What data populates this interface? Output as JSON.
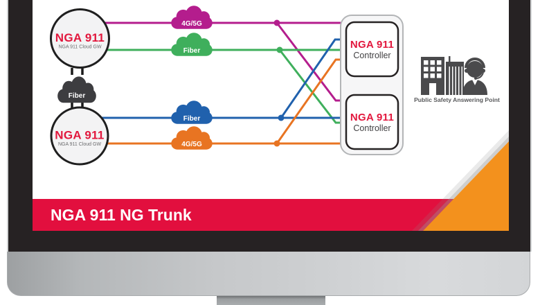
{
  "screen": {
    "gateway_top": {
      "title": "NGA 911",
      "subtitle": "NGA 911 Cloud GW"
    },
    "gateway_bottom": {
      "title": "NGA 911",
      "subtitle": "NGA 911 Cloud GW"
    },
    "gateway_link_cloud": {
      "label": "Fiber"
    },
    "links": {
      "magenta_4g5g": {
        "label": "4G/5G",
        "color": "#b41d8d"
      },
      "green_fiber": {
        "label": "Fiber",
        "color": "#3faf5c"
      },
      "blue_fiber": {
        "label": "Fiber",
        "color": "#2061ad"
      },
      "orange_4g5g": {
        "label": "4G/5G",
        "color": "#e87422"
      }
    },
    "controller_top": {
      "title": "NGA 911",
      "subtitle": "Controller"
    },
    "controller_bottom": {
      "title": "NGA 911",
      "subtitle": "Controller"
    },
    "psap": {
      "label": "Public Safety Answering Point"
    },
    "banner": {
      "title": "NGA 911 NG Trunk",
      "color": "#e20f3e"
    },
    "colors": {
      "brand_red": "#e2173d",
      "dark_cloud": "#3d3d40",
      "icon_gray": "#4a4a4c",
      "fold_orange": "#f3911d"
    }
  }
}
